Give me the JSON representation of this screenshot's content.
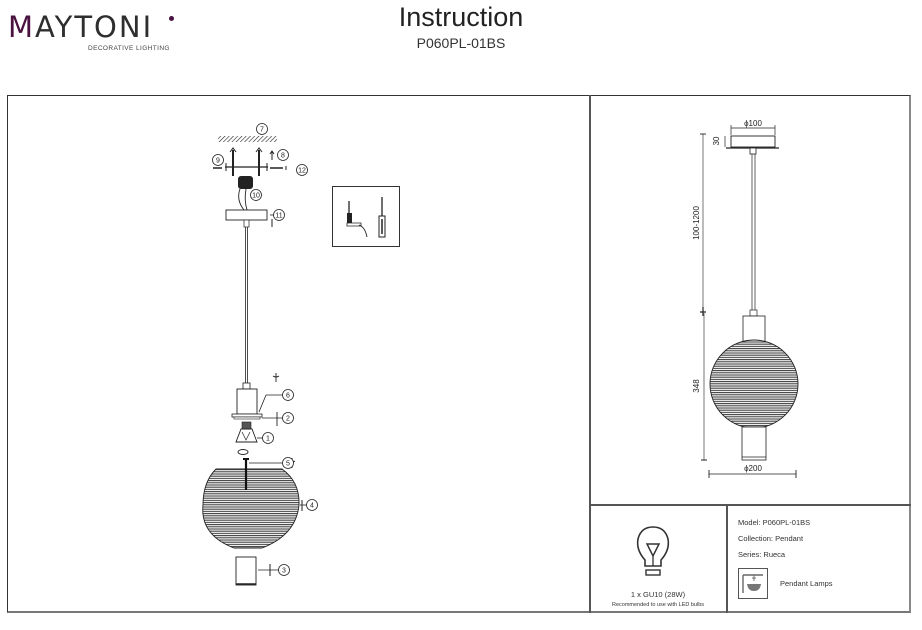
{
  "header": {
    "brand": {
      "first_letter": "M",
      "rest": "AYTONI",
      "tagline": "DECORATIVE LIGHTING",
      "accent_color": "#4a1240"
    },
    "title": "Instruction",
    "model_code": "P060PL-01BS"
  },
  "assembly": {
    "callouts": [
      "1",
      "2",
      "3",
      "4",
      "5",
      "6",
      "7",
      "8",
      "9",
      "10",
      "11",
      "12"
    ],
    "tools": [
      "screwdriver-icon",
      "wire-stripper-icon"
    ]
  },
  "dimensions": {
    "canopy_diameter": "ϕ100",
    "canopy_height": "30",
    "suspension_range": "100-1200",
    "body_height": "348",
    "shade_diameter": "ϕ200"
  },
  "bulb": {
    "icon": "light-bulb-icon",
    "quantity_spec": "1 x GU10 (28W)",
    "note": "Recommended to use with LED bulbs"
  },
  "product_info": {
    "model": "Model: P060PL-01BS",
    "collection": "Collection: Pendant",
    "series": "Series: Rueca",
    "category_icon": "pendant-lamp-icon",
    "category": "Pendant Lamps"
  }
}
